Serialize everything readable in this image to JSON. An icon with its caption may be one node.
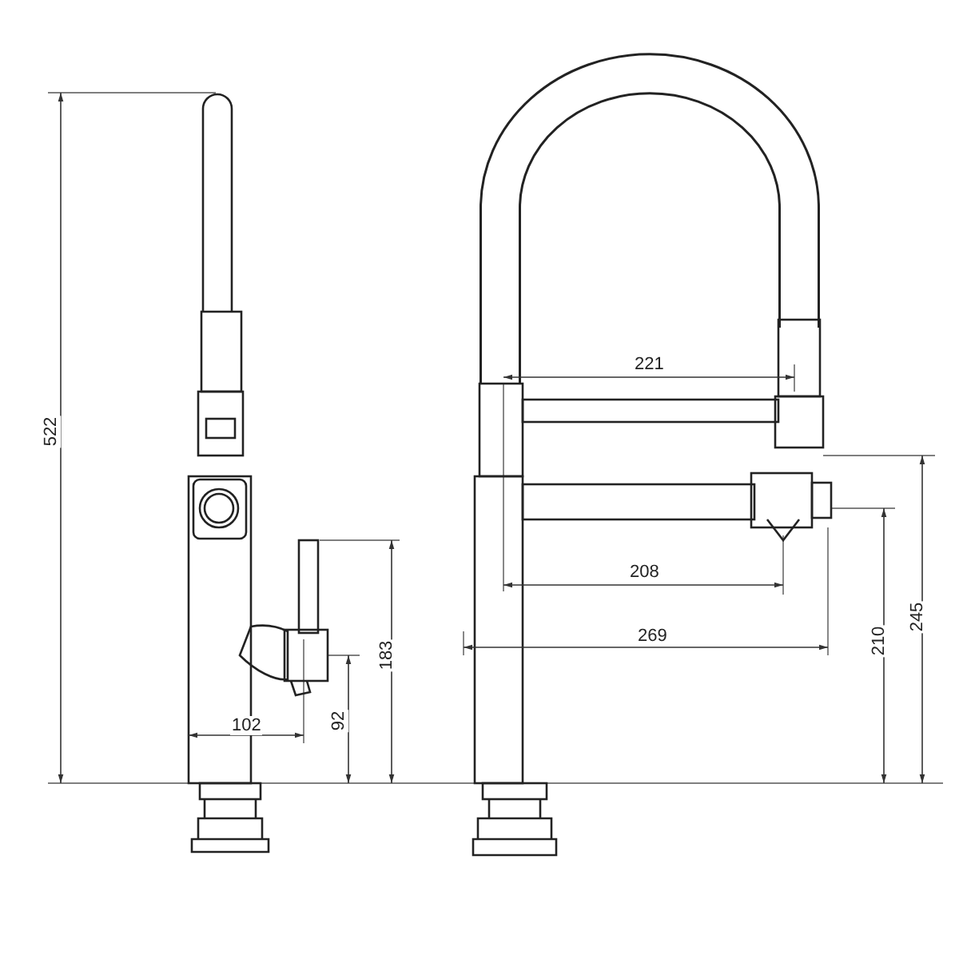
{
  "diagram": {
    "labels": [
      "221",
      "522",
      "208",
      "269",
      "245",
      "210",
      "183",
      "92",
      "102"
    ]
  }
}
